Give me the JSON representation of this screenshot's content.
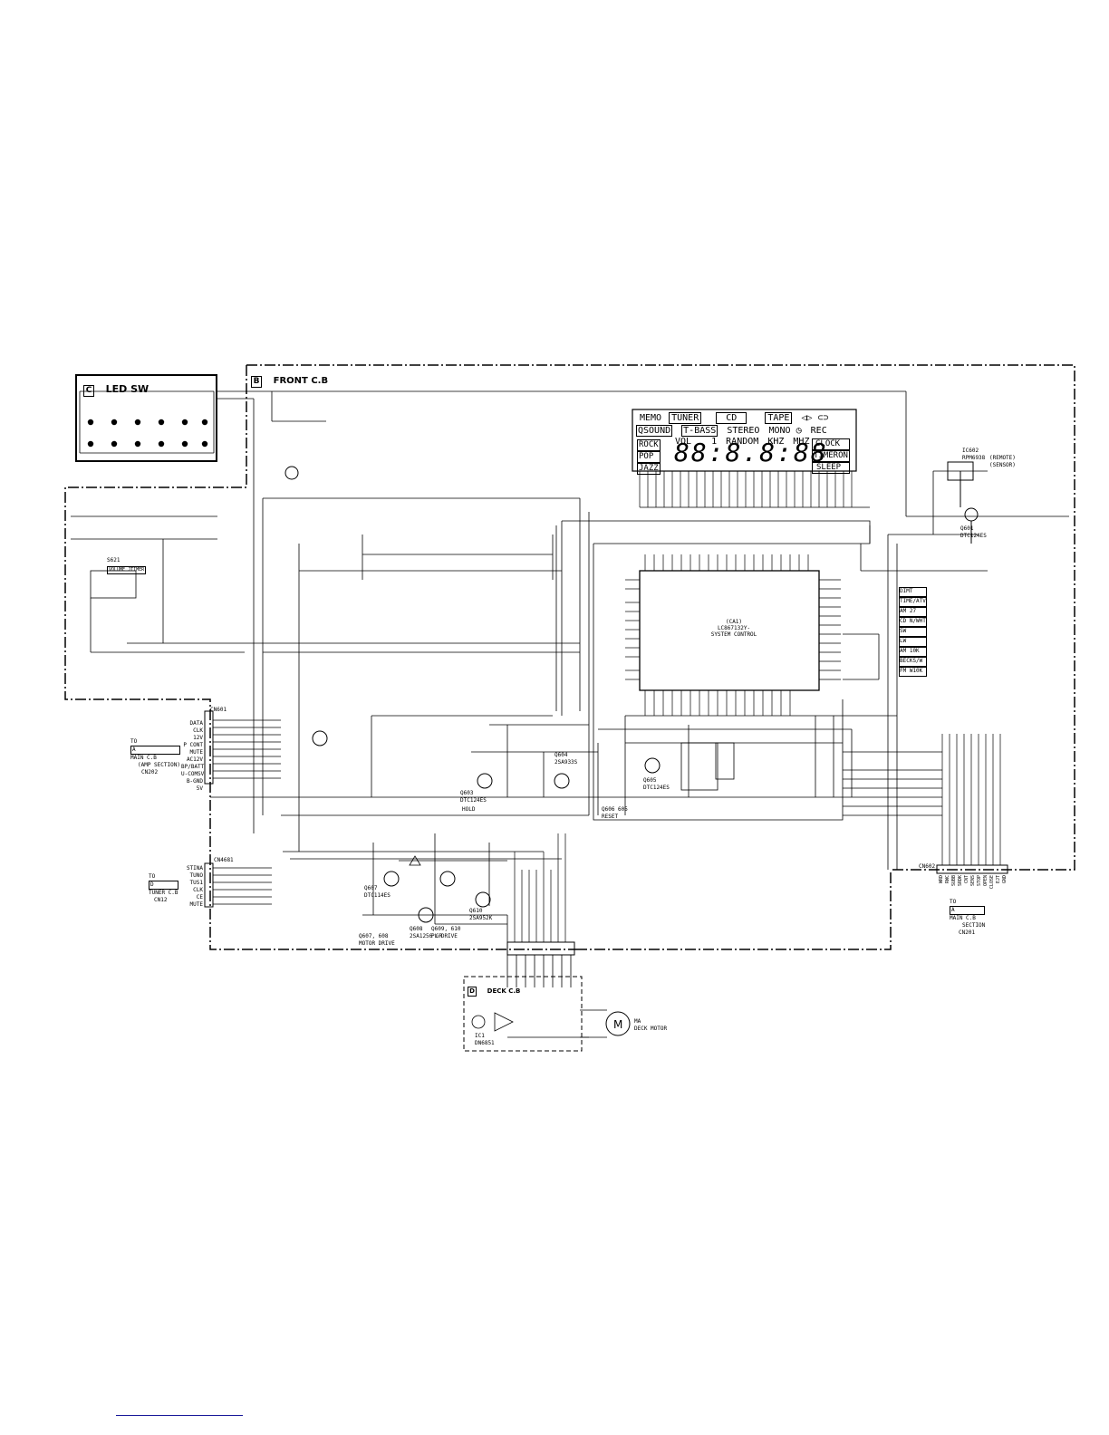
{
  "sections": {
    "led_sw": {
      "letter": "C",
      "title": "LED SW"
    },
    "front_cb": {
      "letter": "B",
      "title": "FRONT C.B"
    },
    "deck_cb": {
      "letter": "D",
      "title": "DECK C.B"
    }
  },
  "lcd": {
    "row1": [
      "MEMO",
      "TUNER",
      "CD",
      "TAPE"
    ],
    "row2": [
      "QSOUND",
      "T-BASS",
      "STEREO",
      "MONO",
      "REC"
    ],
    "row3": [
      "VOL",
      "1",
      "RANDOM",
      "KHZ",
      "MHZ"
    ],
    "left_modes": [
      "ROCK",
      "POP",
      "JAZZ"
    ],
    "right_modes": [
      "CLOCK",
      "TIMERON",
      "SLEEP"
    ],
    "digits": "88:8.8:88"
  },
  "ic": {
    "ref": "(CA1)",
    "part": "LC867132Y-",
    "function": "SYSTEM CONTROL"
  },
  "sensor": {
    "ref": "IC602",
    "part": "RPM6938",
    "label1": "(REMOTE)",
    "label2": "(SENSOR)"
  },
  "func_list": [
    "DIMT",
    "TIME/ATV",
    "AM 27",
    "CD N/WHT",
    "SW",
    "LW",
    "AM 10K",
    "BECKS/W",
    "FM W10K"
  ],
  "connectors": {
    "main_amp": {
      "ref": "CN601",
      "to_label": "TO",
      "board": "A",
      "board_name": "MAIN C.B",
      "section": "(AMP SECTION)",
      "cn": "CN202",
      "pins": [
        "DATA",
        "CLK",
        "12V",
        "P CONT",
        "MUTE",
        "AC12V",
        "BP/BATT",
        "U-COMSV",
        "B-GND",
        "5V"
      ]
    },
    "tuner": {
      "ref": "CN4681",
      "to_label": "TO",
      "board": "D",
      "board_name": "TUNER C.B",
      "cn": "CN12",
      "pins": [
        "STINA",
        "TUNO",
        "TUS1",
        "CLK",
        "CE",
        "MUTE"
      ]
    },
    "main_bottom": {
      "ref": "CN602",
      "to_label": "TO",
      "board": "A",
      "board_name": "MAIN C.B",
      "section": "SECTION",
      "cn": "CN201",
      "pins": [
        "WRD",
        "RWC",
        "SUBB",
        "SRDK",
        "CNT",
        "SENS",
        "STOP",
        "OPEN",
        "CLOSE",
        "EJT",
        "GND"
      ]
    }
  },
  "transistors": [
    {
      "ref": "Q603",
      "part": "DTC124ES",
      "role": "HOLD"
    },
    {
      "ref": "Q604",
      "part": "2SA933S"
    },
    {
      "ref": "Q605",
      "part": "DTC124ES"
    },
    {
      "ref": "Q607",
      "part": "DTC114ES"
    },
    {
      "ref": "Q608",
      "part": "2SA1256 GR"
    },
    {
      "ref": "Q610",
      "part": "2SA952K"
    },
    {
      "ref": "Q601",
      "part": "DTC124ES"
    }
  ],
  "captions": {
    "motor_drive": "Q607, 608",
    "motor_drive_role": "MOTOR DRIVE",
    "pl_drive": "Q609, 610",
    "pl_drive_role": "PL DRIVE",
    "reset": "Q606 605",
    "reset_role": "RESET",
    "deck_motor_ref": "MA",
    "deck_motor": "DECK MOTOR",
    "deck_ic": "IC1",
    "deck_ic_part": "DN6851",
    "volume_ref": "S621",
    "volume_role": "VOLUME JTIMER"
  },
  "legend": {
    "hold": "HOLD"
  }
}
